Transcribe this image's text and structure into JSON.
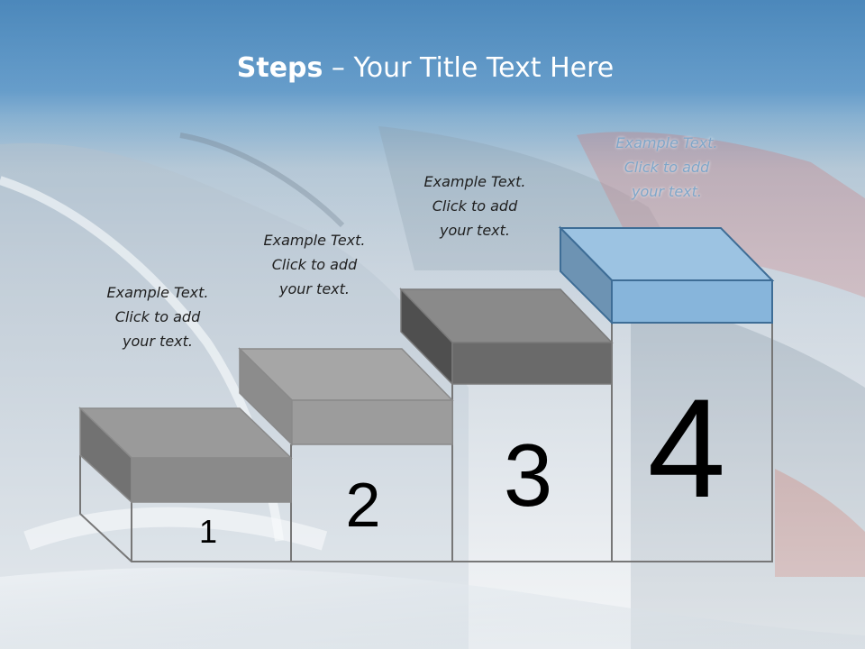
{
  "slide": {
    "title_bold": "Steps",
    "title_rest": " – Your Title Text Here"
  },
  "steps": [
    {
      "number": "1",
      "caption": [
        "Example Text.",
        "Click  to add",
        "your text."
      ]
    },
    {
      "number": "2",
      "caption": [
        "Example Text.",
        "Click  to add",
        "your text."
      ]
    },
    {
      "number": "3",
      "caption": [
        "Example Text.",
        "Click  to add",
        "your text."
      ]
    },
    {
      "number": "4",
      "caption": [
        "Example Text.",
        "Click  to add",
        "your text."
      ]
    }
  ],
  "colors": {
    "header_blue": "#4c88bb",
    "step_gray_light": "#9a9a9a",
    "step_gray_dark": "#6e6e6e",
    "step_highlight": "#8fbde0",
    "outline": "#777777"
  },
  "icons": {
    "background": "car-lot-photo"
  }
}
